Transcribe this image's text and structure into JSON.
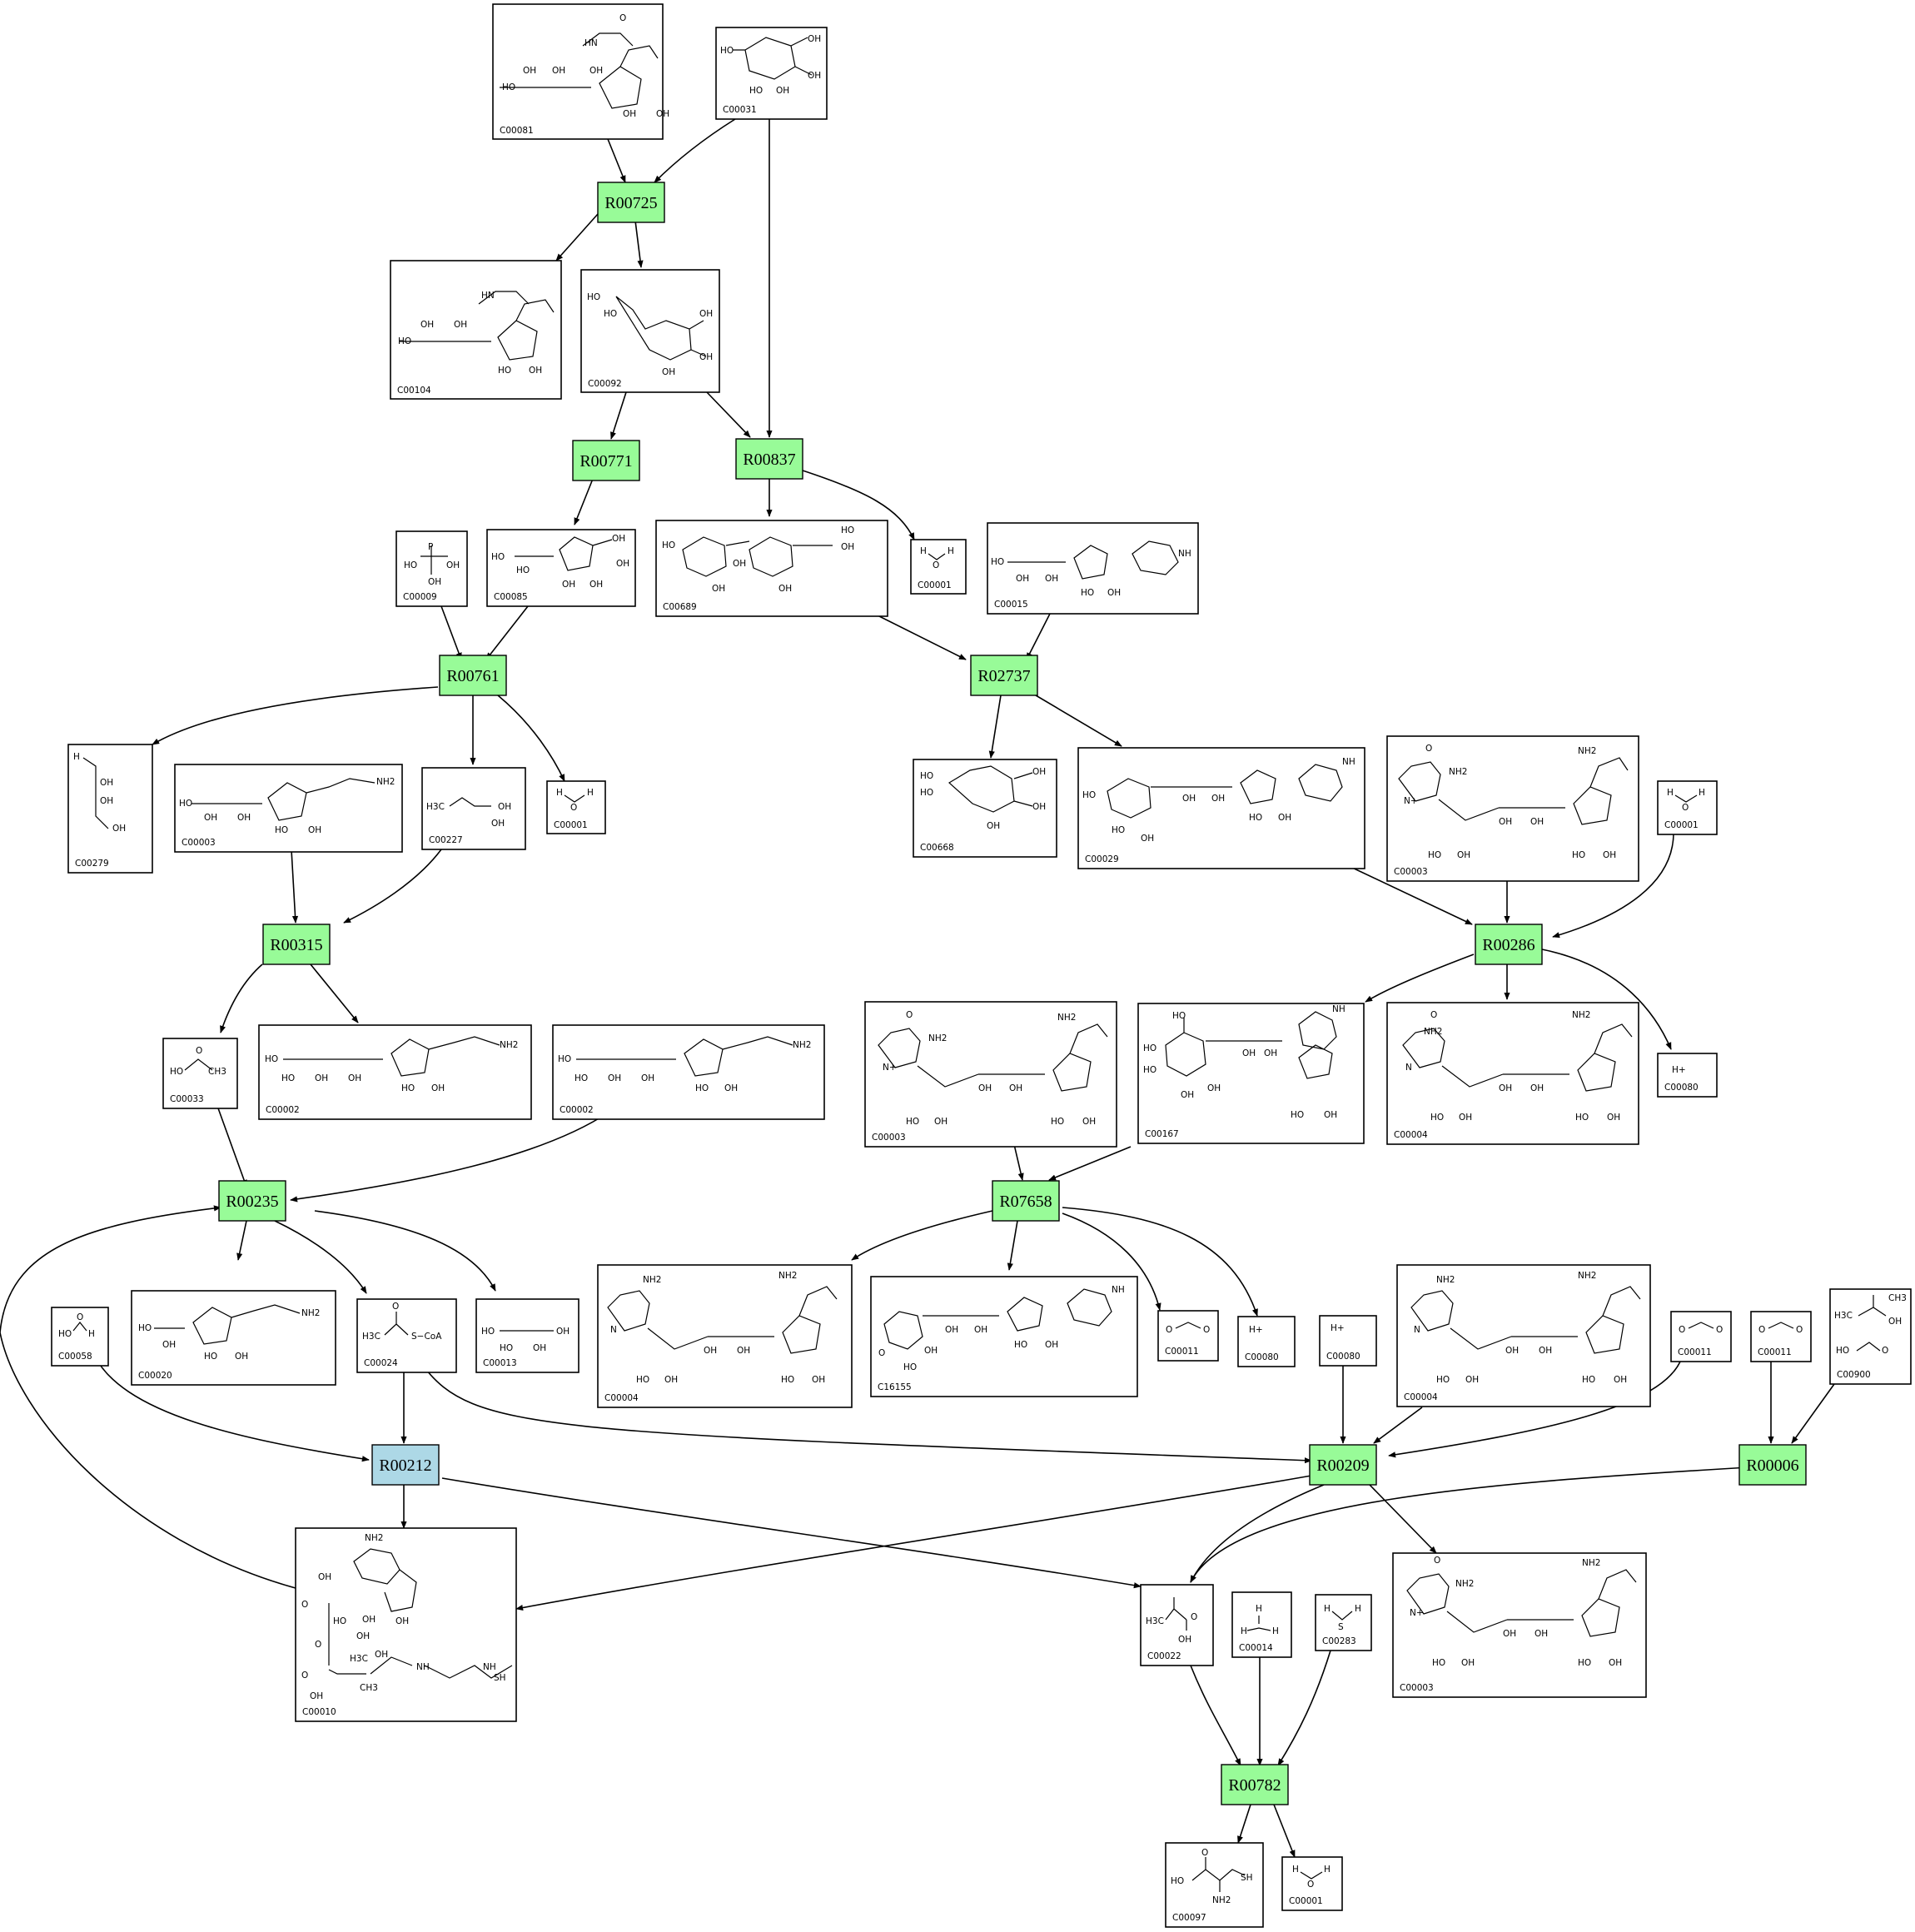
{
  "colors": {
    "reaction_fill": "#98fb98",
    "reaction_fill_alt": "#add8e6",
    "stroke": "#000000",
    "background": "#ffffff"
  },
  "compounds": [
    {
      "id": "c1",
      "label": "C00081"
    },
    {
      "id": "c2",
      "label": "C00031"
    },
    {
      "id": "c3",
      "label": "C00104"
    },
    {
      "id": "c4",
      "label": "C00092"
    },
    {
      "id": "c5",
      "label": "C00009"
    },
    {
      "id": "c6",
      "label": "C00085"
    },
    {
      "id": "c7",
      "label": "C00689"
    },
    {
      "id": "c8",
      "label": "C00001"
    },
    {
      "id": "c9",
      "label": "C00015"
    },
    {
      "id": "c10",
      "label": "C00279"
    },
    {
      "id": "c11",
      "label": "C00003"
    },
    {
      "id": "c12",
      "label": "C00227"
    },
    {
      "id": "c13",
      "label": "C00001"
    },
    {
      "id": "c14",
      "label": "C00668"
    },
    {
      "id": "c15",
      "label": "C00029"
    },
    {
      "id": "c16",
      "label": "C00003"
    },
    {
      "id": "c17",
      "label": "C00001"
    },
    {
      "id": "c18",
      "label": "C00033"
    },
    {
      "id": "c19",
      "label": "C00002"
    },
    {
      "id": "c20",
      "label": "C00002"
    },
    {
      "id": "c21",
      "label": "C00003"
    },
    {
      "id": "c22",
      "label": "C00167"
    },
    {
      "id": "c23",
      "label": "C00004"
    },
    {
      "id": "c24",
      "label": "C00080"
    },
    {
      "id": "c25",
      "label": "C00058"
    },
    {
      "id": "c26",
      "label": "C00020"
    },
    {
      "id": "c27",
      "label": "C00024"
    },
    {
      "id": "c28",
      "label": "C00013"
    },
    {
      "id": "c29",
      "label": "C00004"
    },
    {
      "id": "c30",
      "label": "C16155"
    },
    {
      "id": "c31",
      "label": "C00011"
    },
    {
      "id": "c32",
      "label": "C00080"
    },
    {
      "id": "c33",
      "label": "C00080"
    },
    {
      "id": "c34",
      "label": "C00004"
    },
    {
      "id": "c35",
      "label": "C00011"
    },
    {
      "id": "c36",
      "label": "C00011"
    },
    {
      "id": "c37",
      "label": "C00900"
    },
    {
      "id": "c38",
      "label": "C00010"
    },
    {
      "id": "c39",
      "label": "C00022"
    },
    {
      "id": "c40",
      "label": "C00014"
    },
    {
      "id": "c41",
      "label": "C00283"
    },
    {
      "id": "c42",
      "label": "C00003"
    },
    {
      "id": "c43",
      "label": "C00097"
    },
    {
      "id": "c44",
      "label": "C00001"
    }
  ],
  "reactions": [
    {
      "id": "r1",
      "label": "R00725"
    },
    {
      "id": "r2",
      "label": "R00771"
    },
    {
      "id": "r3",
      "label": "R00837"
    },
    {
      "id": "r4",
      "label": "R00761"
    },
    {
      "id": "r5",
      "label": "R02737"
    },
    {
      "id": "r6",
      "label": "R00315"
    },
    {
      "id": "r7",
      "label": "R00286"
    },
    {
      "id": "r8",
      "label": "R00235"
    },
    {
      "id": "r9",
      "label": "R07658"
    },
    {
      "id": "r10",
      "label": "R00212",
      "alt": true
    },
    {
      "id": "r11",
      "label": "R00209"
    },
    {
      "id": "r12",
      "label": "R00006"
    },
    {
      "id": "r13",
      "label": "R00782"
    }
  ],
  "structure_labels": {
    "oh": "OH",
    "ho": "HO",
    "o": "O",
    "p": "P",
    "n": "N",
    "nh": "NH",
    "hn": "HN",
    "nh2": "NH2",
    "nplus": "N+",
    "ch3": "CH3",
    "h3c": "H3C",
    "hplus": "H+",
    "h": "H",
    "s": "S",
    "sh": "SH",
    "scoa": "S−CoA",
    "h3c_ch3": "H3C CH3"
  }
}
